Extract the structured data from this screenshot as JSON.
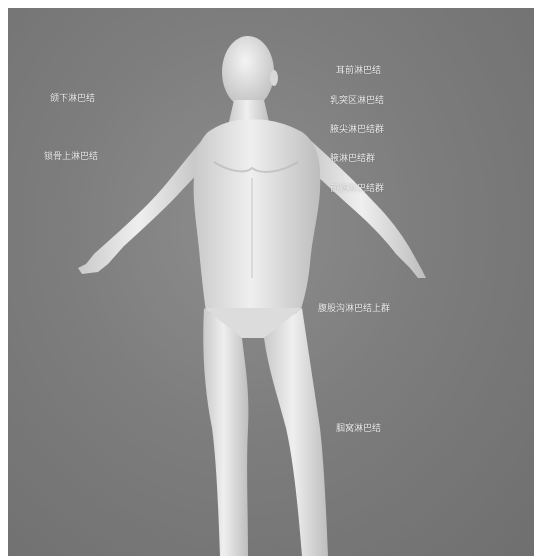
{
  "labels": {
    "submandibular": "颌下淋巴结",
    "supraclavicular": "锁骨上淋巴结",
    "postauricular": "耳前淋巴结",
    "pectoral": "乳突区淋巴结",
    "axillary_apex": "腋尖淋巴结群",
    "axillary_lateral": "腋淋巴结群",
    "axillary_subscapular": "前胸淋巴结群",
    "inguinal_superior": "腹股沟淋巴结上群",
    "popliteal": "腘窝淋巴结"
  }
}
